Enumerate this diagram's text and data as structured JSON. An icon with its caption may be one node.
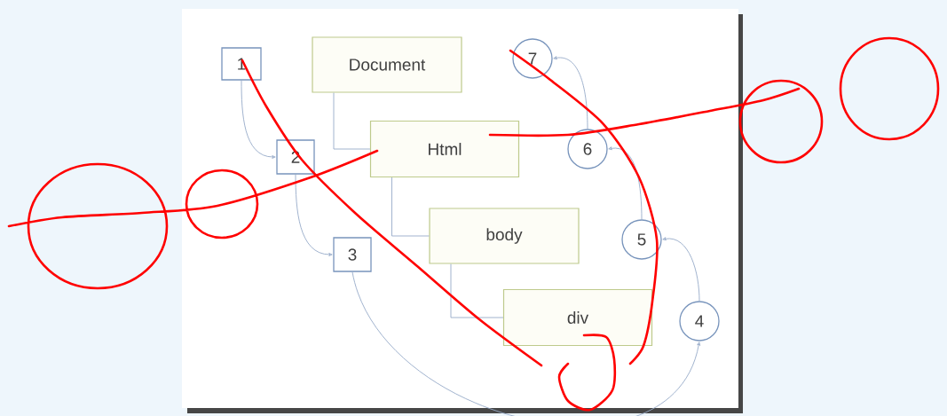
{
  "diagram": {
    "nodes": [
      {
        "text": [
          "Document"
        ]
      },
      {
        "text": [
          "Html"
        ]
      },
      {
        "text": [
          "body"
        ]
      },
      {
        "text": [
          "div"
        ]
      },
      {
        "text": [
          "1"
        ]
      },
      {
        "text": [
          "2"
        ]
      },
      {
        "text": [
          "3"
        ]
      },
      {
        "text": [
          "4"
        ]
      },
      {
        "text": [
          "5"
        ]
      },
      {
        "text": [
          "6"
        ]
      },
      {
        "text": [
          "7"
        ]
      }
    ],
    "edges": [
      {
        "from": 0,
        "to": 1,
        "arrow": "none"
      },
      {
        "from": 1,
        "to": 2,
        "arrow": "none"
      },
      {
        "from": 2,
        "to": 3,
        "arrow": "none"
      },
      {
        "from": 4,
        "to": 5,
        "arrow": "to"
      },
      {
        "from": 5,
        "to": 6,
        "arrow": "to"
      },
      {
        "from": 6,
        "to": 7,
        "arrow": "to"
      },
      {
        "from": 7,
        "to": 8,
        "arrow": "to"
      },
      {
        "from": 8,
        "to": 9,
        "arrow": "to"
      },
      {
        "from": 9,
        "to": 10,
        "arrow": "to"
      }
    ]
  }
}
